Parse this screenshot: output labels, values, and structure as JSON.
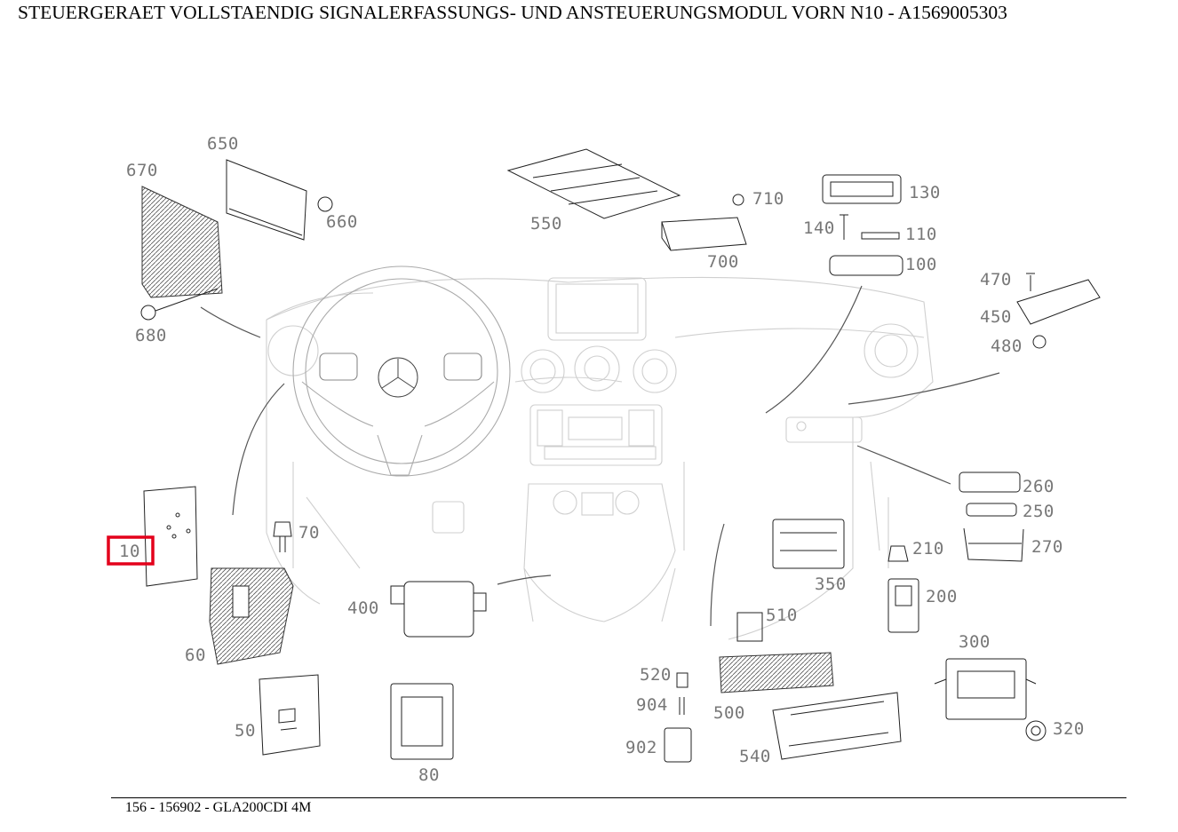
{
  "header": {
    "title": "STEUERGERAET VOLLSTAENDIG SIGNALERFASSUNGS- UND ANSTEUERUNGSMODUL VORN N10 - A1569005303"
  },
  "footer": {
    "text": "156 - 156902 - GLA200CDI 4M"
  },
  "highlight": {
    "part_number": "10",
    "color": "#e3001b"
  },
  "parts": [
    {
      "id": "p650",
      "label": "650"
    },
    {
      "id": "p670",
      "label": "670"
    },
    {
      "id": "p660",
      "label": "660"
    },
    {
      "id": "p680",
      "label": "680"
    },
    {
      "id": "p550",
      "label": "550"
    },
    {
      "id": "p710",
      "label": "710"
    },
    {
      "id": "p700",
      "label": "700"
    },
    {
      "id": "p130",
      "label": "130"
    },
    {
      "id": "p140",
      "label": "140"
    },
    {
      "id": "p110",
      "label": "110"
    },
    {
      "id": "p100",
      "label": "100"
    },
    {
      "id": "p470",
      "label": "470"
    },
    {
      "id": "p450",
      "label": "450"
    },
    {
      "id": "p480",
      "label": "480"
    },
    {
      "id": "p260",
      "label": "260"
    },
    {
      "id": "p250",
      "label": "250"
    },
    {
      "id": "p270",
      "label": "270"
    },
    {
      "id": "p210",
      "label": "210"
    },
    {
      "id": "p200",
      "label": "200"
    },
    {
      "id": "p350",
      "label": "350"
    },
    {
      "id": "p300",
      "label": "300"
    },
    {
      "id": "p320",
      "label": "320"
    },
    {
      "id": "p510",
      "label": "510"
    },
    {
      "id": "p520",
      "label": "520"
    },
    {
      "id": "p904",
      "label": "904"
    },
    {
      "id": "p902",
      "label": "902"
    },
    {
      "id": "p500",
      "label": "500"
    },
    {
      "id": "p540",
      "label": "540"
    },
    {
      "id": "p400",
      "label": "400"
    },
    {
      "id": "p80",
      "label": "80"
    },
    {
      "id": "p70",
      "label": "70"
    },
    {
      "id": "p60",
      "label": "60"
    },
    {
      "id": "p50",
      "label": "50"
    },
    {
      "id": "p10",
      "label": "10"
    }
  ]
}
